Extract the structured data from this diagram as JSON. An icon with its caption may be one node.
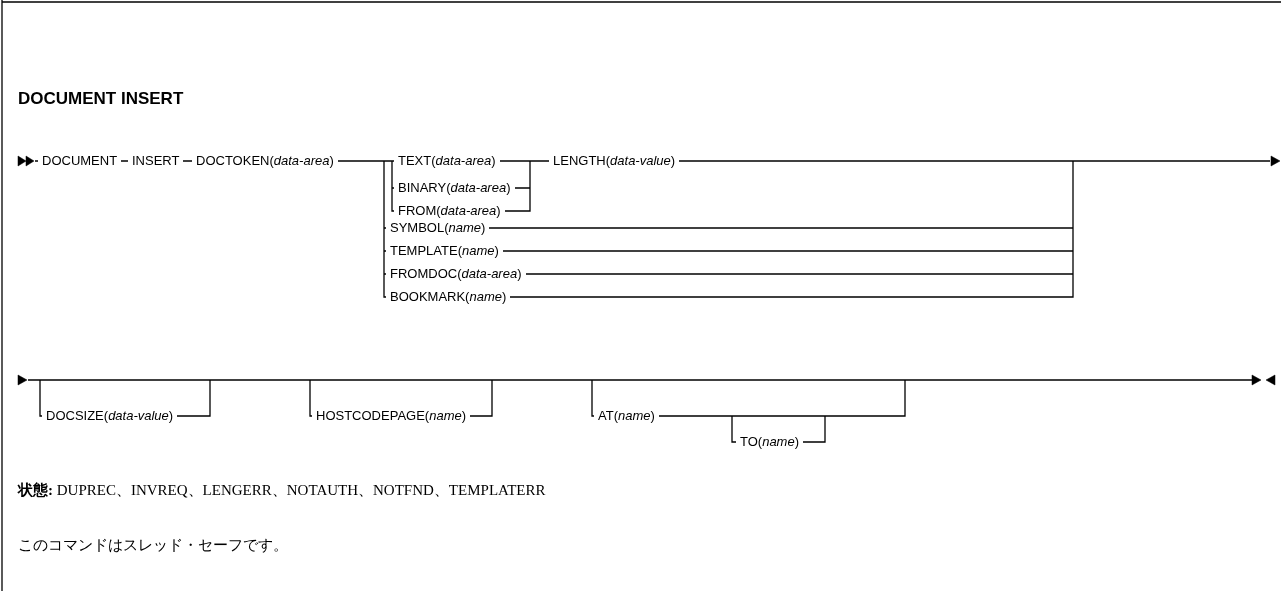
{
  "diagram": {
    "title": "DOCUMENT INSERT",
    "labels": [
      "DOCUMENT",
      "INSERT",
      "DOCTOKEN(*data-area*)",
      "TEXT(*data-area*)",
      "BINARY(*data-area*)",
      "FROM(*data-area*)",
      "LENGTH(*data-value*)",
      "SYMBOL(*name*)",
      "TEMPLATE(*name*)",
      "FROMDOC(*data-area*)",
      "BOOKMARK(*name*)",
      "DOCSIZE(*data-value*)",
      "HOSTCODEPAGE(*name*)",
      "AT(*name*)",
      "TO(*name*)",
      "**状態:** DUPREC、INVREQ、LENGERR、NOTAUTH、NOTFND、TEMPLATERR",
      "このコマンドはスレッド・セーフです。"
    ]
  }
}
